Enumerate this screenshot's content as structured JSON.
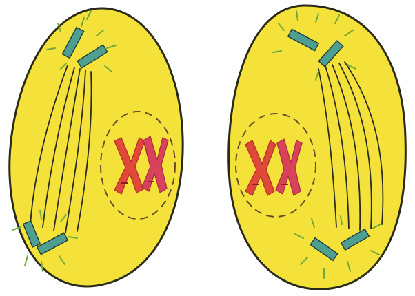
{
  "figure": {
    "cells": [
      {
        "name": "left-cell",
        "chromosome_pairs": 2,
        "centriole_pairs": 2
      },
      {
        "name": "right-cell",
        "chromosome_pairs": 2,
        "centriole_pairs": 2
      }
    ]
  },
  "colors": {
    "cytoplasm": "#f4e23a",
    "outline": "#2a2a1a",
    "chromosome": "#e0483a",
    "centriole": "#4f9e92",
    "aster": "#6fa93c",
    "nuclear_envelope": "#6b4a2a"
  }
}
